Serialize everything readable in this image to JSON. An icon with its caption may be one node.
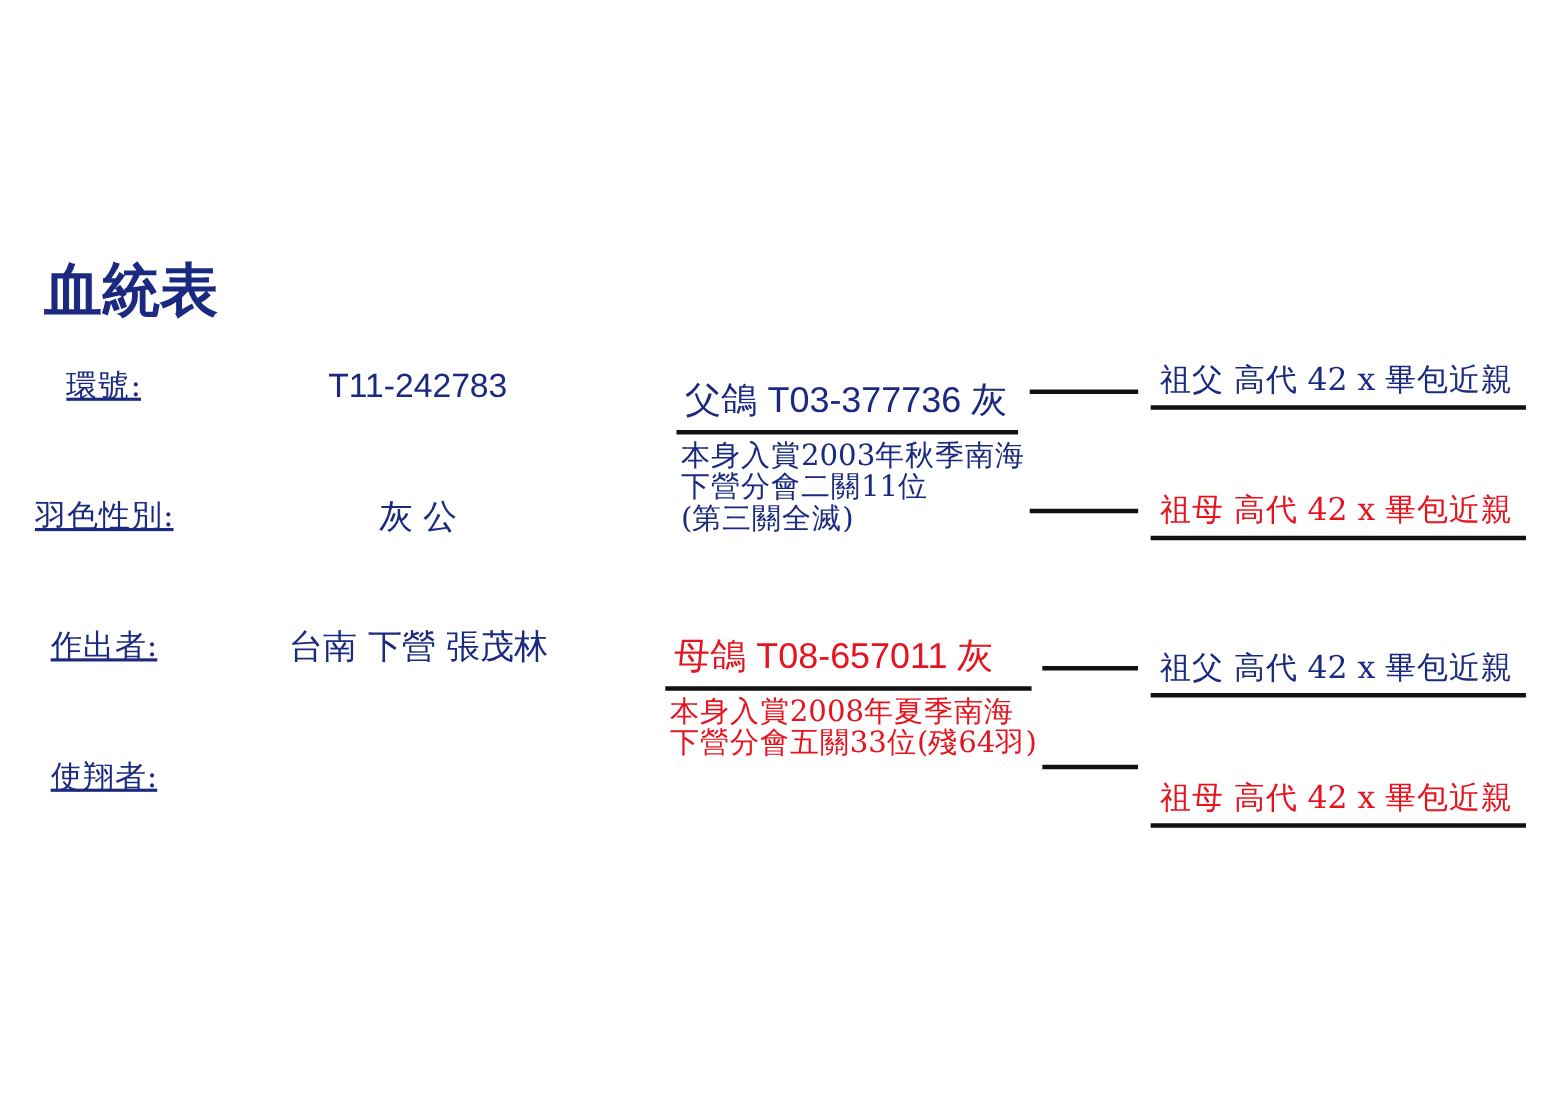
{
  "diagram": {
    "title": "血統表",
    "nodes": [
      {
        "text": [
          "父鴿 T03-377736 灰",
          "本身入賞2003年秋季南海下營分會二關11位(第三關全滅)"
        ]
      },
      {
        "text": [
          "祖父 高代 42 x 畢包近親"
        ]
      },
      {
        "text": [
          "祖母 高代 42 x 畢包近親"
        ]
      },
      {
        "text": [
          "母鴿 T08-657011 灰",
          "本身入賞2008年夏季南海下營分會五關33位(殘64羽)"
        ]
      },
      {
        "text": [
          "祖父 高代 42 x 畢包近親"
        ]
      },
      {
        "text": [
          "祖母 高代 42 x 畢包近親"
        ]
      }
    ],
    "edges": [
      {
        "from": 0,
        "to": 1,
        "arrow": "none"
      },
      {
        "from": 0,
        "to": 2,
        "arrow": "none"
      },
      {
        "from": 3,
        "to": 4,
        "arrow": "none"
      },
      {
        "from": 3,
        "to": 5,
        "arrow": "none"
      }
    ],
    "labels": [
      "環號:",
      "T11-242783",
      "羽色性別:",
      "灰 公",
      "作出者:",
      "台南 下營 張茂林",
      "使翔者:"
    ]
  }
}
